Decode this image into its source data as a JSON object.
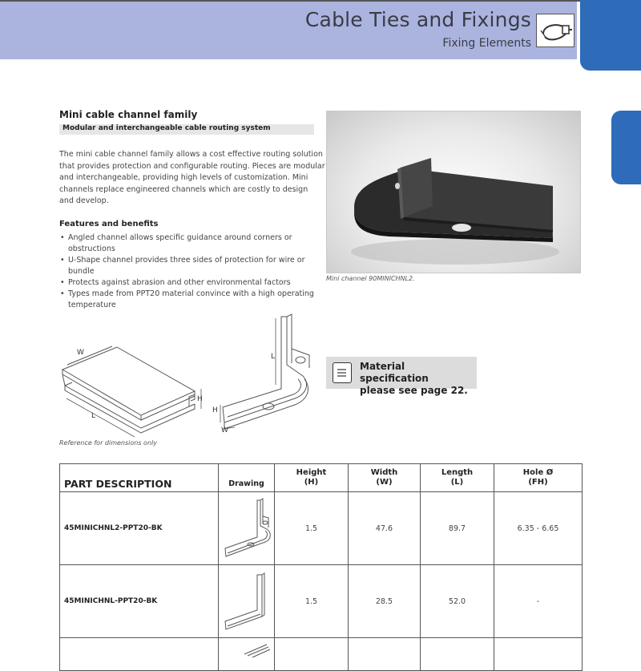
{
  "header": {
    "title": "Cable Ties and Fixings",
    "subtitle": "Fixing Elements",
    "icon": "cable-tie-icon",
    "accent_color": "#2e6bb8",
    "band_color": "#aab4df"
  },
  "section": {
    "title": "Mini cable channel family",
    "subtitle": "Modular and interchangeable cable routing system",
    "intro_lines": [
      "The mini cable channel family allows a cost effective routing solution",
      "that provides protection and configurable routing. Pieces are modular",
      "and interchangeable, providing high levels of customization. Mini",
      "channels replace engineered channels which are costly to design",
      "and develop."
    ],
    "features_title": "Features and benefits",
    "features": [
      "Angled channel allows specific guidance around corners or obstructions",
      "U-Shape channel provides three sides of protection for wire or bundle",
      "Protects against abrasion and other environmental factors",
      "Types made from PPT20 material convince with a high operating temperature"
    ]
  },
  "photo": {
    "caption": "Mini channel 90MINICHNL2."
  },
  "drawings": {
    "labels": {
      "w": "W",
      "l": "L",
      "h": "H"
    },
    "caption": "Reference for dimensions only"
  },
  "material": {
    "line1": "Material specification",
    "line2": "please see page 22."
  },
  "table": {
    "headers": {
      "part": "PART DESCRIPTION",
      "drawing": "Drawing",
      "height": "Height",
      "height_unit": "(H)",
      "width": "Width",
      "width_unit": "(W)",
      "length": "Length",
      "length_unit": "(L)",
      "hole": "Hole Ø",
      "hole_unit": "(FH)"
    },
    "rows": [
      {
        "part": "45MINICHNL2-PPT20-BK",
        "height": "1.5",
        "width": "47.6",
        "length": "89.7",
        "hole": "6.35 - 6.65"
      },
      {
        "part": "45MINICHNL-PPT20-BK",
        "height": "1.5",
        "width": "28.5",
        "length": "52.0",
        "hole": "-"
      }
    ]
  }
}
